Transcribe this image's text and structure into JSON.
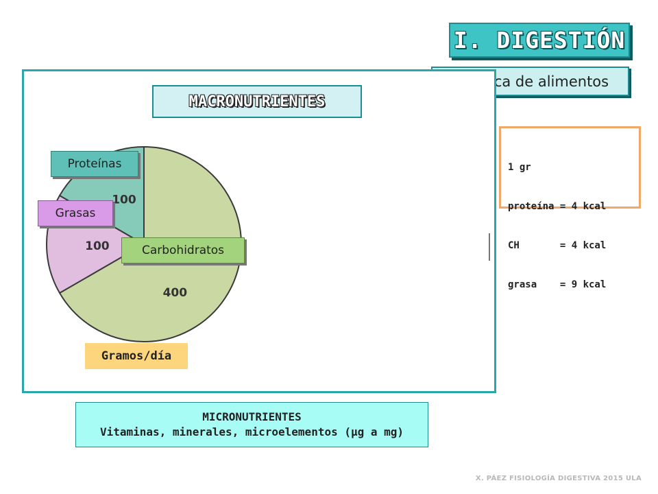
{
  "title": "I. DIGESTIÓN",
  "subtitle": "Química de alimentos",
  "macro_label": "MACRONUTRIENTES",
  "units_label": "Gramos/día",
  "energy": {
    "header": "1 gr",
    "lines": [
      "proteína = 4 kcal",
      "CH       = 4 kcal",
      "grasa    = 9 kcal"
    ]
  },
  "micro": {
    "line1": "MICRONUTRIENTES",
    "line2": "Vitaminas, minerales, microelementos (μg a mg)"
  },
  "footer": "X. PÁEZ   FISIOLOGÍA DIGESTIVA 2015 ULA",
  "colors": {
    "accent": "#3fc4c6",
    "proteinas": "#5ec0b6",
    "grasas": "#d99ae7",
    "carbohidratos": "#a3d37c"
  },
  "chart_data": {
    "type": "pie",
    "categories": [
      "Proteínas",
      "Grasas",
      "Carbohidratos"
    ],
    "values": [
      100,
      100,
      400
    ],
    "value_labels": [
      "100",
      "100",
      "400"
    ],
    "slice_colors": [
      "#86cbb9",
      "#e1bde0",
      "#cad9a3"
    ],
    "title": "MACRONUTRIENTES",
    "units": "Gramos/día"
  }
}
